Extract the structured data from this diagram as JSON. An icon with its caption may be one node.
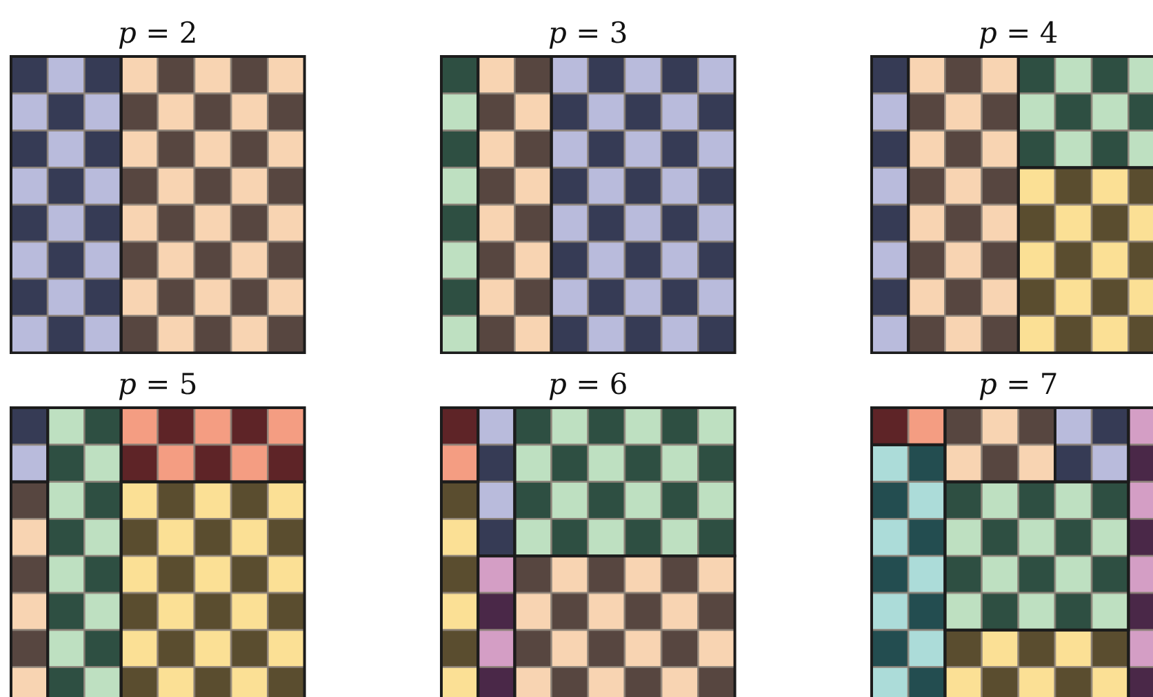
{
  "diagram": {
    "labels": [
      "*p* = 2",
      "*p* = 3",
      "*p* = 4",
      "*p* = 5",
      "*p* = 6",
      "*p* = 7"
    ]
  }
}
